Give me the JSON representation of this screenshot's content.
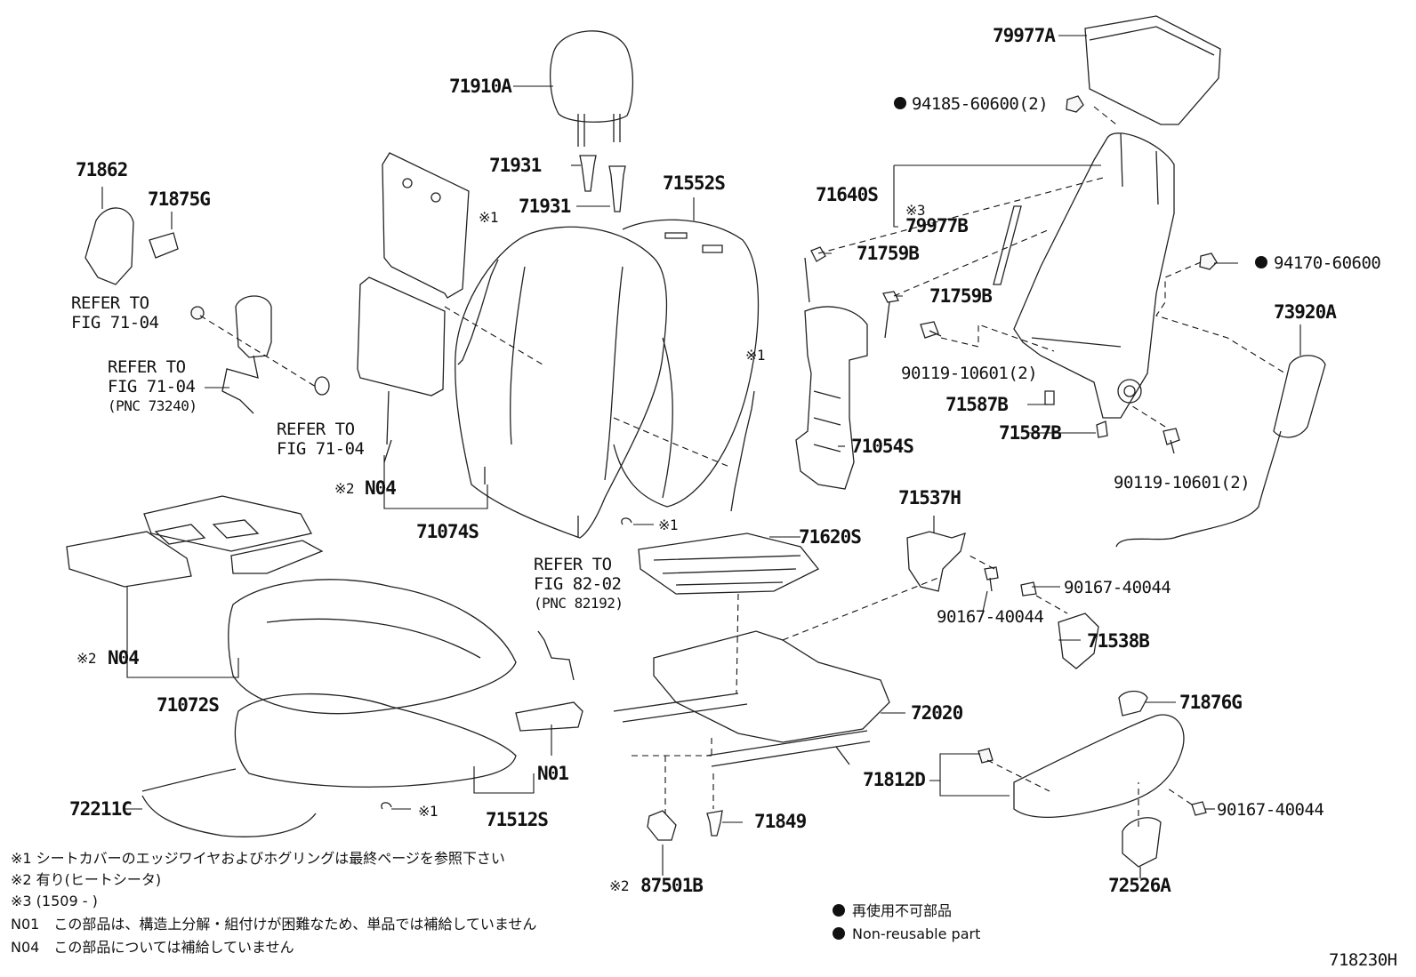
{
  "diagram": {
    "labels": {
      "p79977A": "79977A",
      "p94185": "94185-60600(2)",
      "p71910A": "71910A",
      "p71931a": "71931",
      "p71931b": "71931",
      "p71552S": "71552S",
      "p71640S": "71640S",
      "p79977B": "79977B",
      "p71759Ba": "71759B",
      "p71759Bb": "71759B",
      "p94170": "94170-60600",
      "p73920A": "73920A",
      "p71862": "71862",
      "p71875G": "71875G",
      "p90119a": "90119-10601(2)",
      "p71587Ba": "71587B",
      "p71587Bb": "71587B",
      "p90119b": "90119-10601(2)",
      "p71054S": "71054S",
      "p71537H": "71537H",
      "p90167a": "90167-40044",
      "p90167b": "90167-40044",
      "p71538B": "71538B",
      "p71074S": "71074S",
      "pN04a": "N04",
      "p71620S": "71620S",
      "p72020": "72020",
      "p71072S": "71072S",
      "pN04b": "N04",
      "p71876G": "71876G",
      "p71812D": "71812D",
      "p90167c": "90167-40044",
      "pN01": "N01",
      "p71512S": "71512S",
      "p72211C": "72211C",
      "p71849": "71849",
      "p87501B": "87501B",
      "p72526A": "72526A"
    },
    "marks": {
      "m3": "※3",
      "m1a": "※1",
      "m1b": "※1",
      "m1c": "※1",
      "m1d": "※1",
      "m2a": "※2",
      "m2b": "※2",
      "m2c": "※2"
    },
    "refers": {
      "r1a": "REFER TO",
      "r1b": "FIG 71-04",
      "r2a": "REFER TO",
      "r2b": "FIG 71-04",
      "r2c": "(PNC 73240)",
      "r3a": "REFER TO",
      "r3b": "FIG 71-04",
      "r4a": "REFER TO",
      "r4b": "FIG 82-02",
      "r4c": "(PNC 82192)"
    },
    "notes": [
      "※1 シートカバーのエッジワイヤおよびホグリングは最終ページを参照下さい",
      "※2 有り(ヒートシータ)",
      "※3 (1509 -      )",
      "N01　この部品は、構造上分解・組付けが困難なため、単品では補給していません",
      "N04　この部品については補給していません"
    ],
    "legend": {
      "jp": "再使用不可部品",
      "en": "Non-reusable part"
    },
    "figure_code": "718230H"
  }
}
